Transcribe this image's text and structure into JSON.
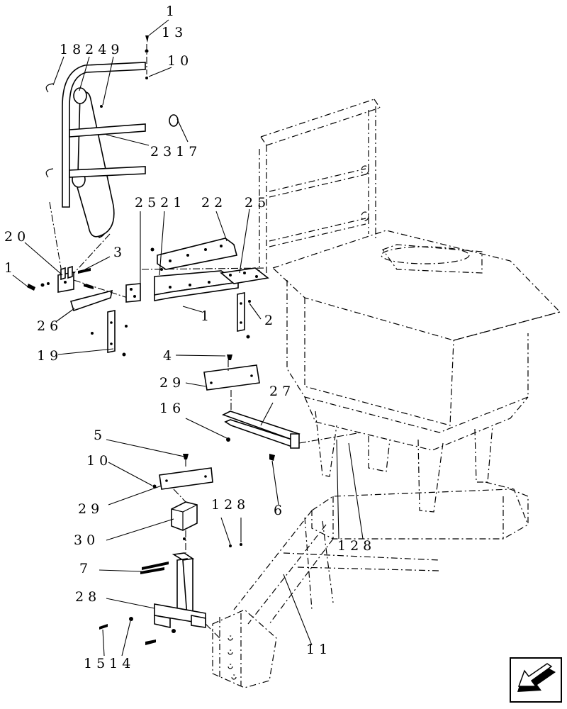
{
  "callouts": [
    {
      "id": "c1a",
      "text": "1"
    },
    {
      "id": "c13",
      "text": "13"
    },
    {
      "id": "c10a",
      "text": "10"
    },
    {
      "id": "c18249",
      "text": "18249"
    },
    {
      "id": "c2317",
      "text": "2317"
    },
    {
      "id": "c20",
      "text": "20"
    },
    {
      "id": "c3",
      "text": "3"
    },
    {
      "id": "c1b",
      "text": "1"
    },
    {
      "id": "c26",
      "text": "26"
    },
    {
      "id": "c19",
      "text": "19"
    },
    {
      "id": "c2521",
      "text": "2521"
    },
    {
      "id": "c22",
      "text": "22"
    },
    {
      "id": "c25",
      "text": "25"
    },
    {
      "id": "c1c",
      "text": "1"
    },
    {
      "id": "c2",
      "text": "2"
    },
    {
      "id": "c4",
      "text": "4"
    },
    {
      "id": "c29a",
      "text": "29"
    },
    {
      "id": "c27",
      "text": "27"
    },
    {
      "id": "c16",
      "text": "16"
    },
    {
      "id": "c5",
      "text": "5"
    },
    {
      "id": "c10b",
      "text": "10"
    },
    {
      "id": "c29b",
      "text": "29"
    },
    {
      "id": "c6",
      "text": "6"
    },
    {
      "id": "c128a",
      "text": "128"
    },
    {
      "id": "c30",
      "text": "30"
    },
    {
      "id": "c7",
      "text": "7"
    },
    {
      "id": "c28",
      "text": "28"
    },
    {
      "id": "c1514",
      "text": "1514"
    },
    {
      "id": "c128b",
      "text": "128"
    },
    {
      "id": "c11",
      "text": "11"
    }
  ],
  "nav_icon": "previous-page-arrow-icon"
}
